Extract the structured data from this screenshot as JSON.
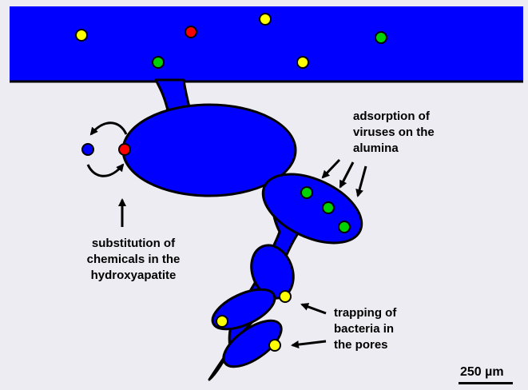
{
  "labels": {
    "adsorption": "adsorption of\nviruses on the\nalumina",
    "substitution": "substitution of\nchemicals in the\nhydroxyapatite",
    "trapping": "trapping of\nbacteria in\nthe pores",
    "scale": "250 µm"
  },
  "colors": {
    "fluid": "#0000ff",
    "background": "#ececf2",
    "virus": "#00d200",
    "bacteria": "#ffff00",
    "chemical_red": "#ff0000",
    "chemical_blue": "#0000ff",
    "outline": "#000000"
  }
}
